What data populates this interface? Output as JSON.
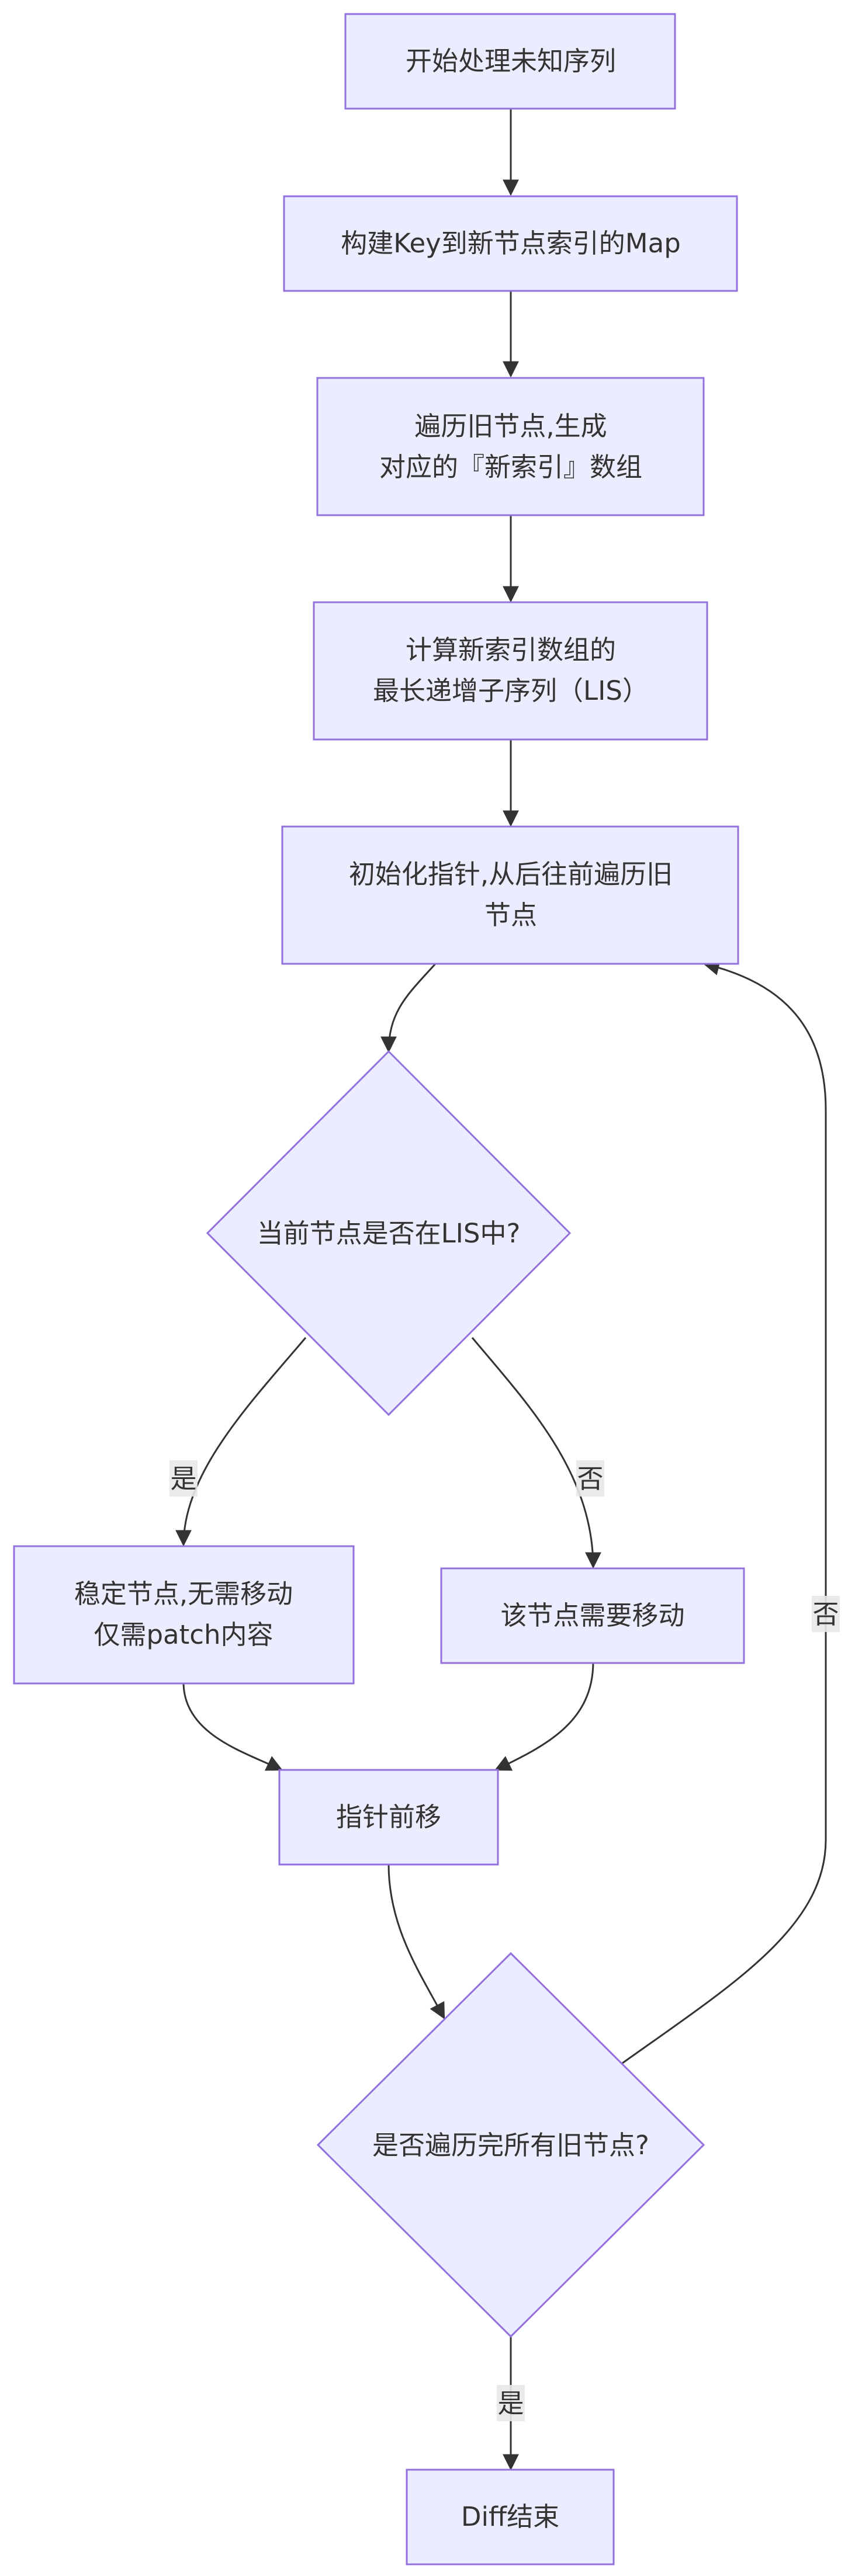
{
  "nodes": {
    "start": {
      "lines": [
        "开始处理未知序列"
      ]
    },
    "build_map": {
      "lines": [
        "构建Key到新节点索引的Map"
      ]
    },
    "traverse_old": {
      "lines": [
        "遍历旧节点,生成",
        "对应的『新索引』数组"
      ]
    },
    "compute_lis": {
      "lines": [
        "计算新索引数组的",
        "最长递增子序列（LIS）"
      ]
    },
    "init_pointer": {
      "lines": [
        "初始化指针,从后往前遍历旧",
        "节点"
      ]
    },
    "in_lis": {
      "lines": [
        "当前节点是否在LIS中?"
      ]
    },
    "stable": {
      "lines": [
        "稳定节点,无需移动",
        "仅需patch内容"
      ]
    },
    "need_move": {
      "lines": [
        "该节点需要移动"
      ]
    },
    "pointer_back": {
      "lines": [
        "指针前移"
      ]
    },
    "all_done": {
      "lines": [
        "是否遍历完所有旧节点?"
      ]
    },
    "diff_end": {
      "lines": [
        "Diff结束"
      ]
    }
  },
  "edges": {
    "yes_stable": {
      "label": "是"
    },
    "no_move": {
      "label": "否"
    },
    "no_loop": {
      "label": "否"
    },
    "yes_end": {
      "label": "是"
    }
  },
  "colors": {
    "node_fill": "#ececff",
    "node_stroke": "#9370db",
    "edge": "#333333",
    "text": "#333333",
    "label_bg": "#e8e8e8"
  }
}
